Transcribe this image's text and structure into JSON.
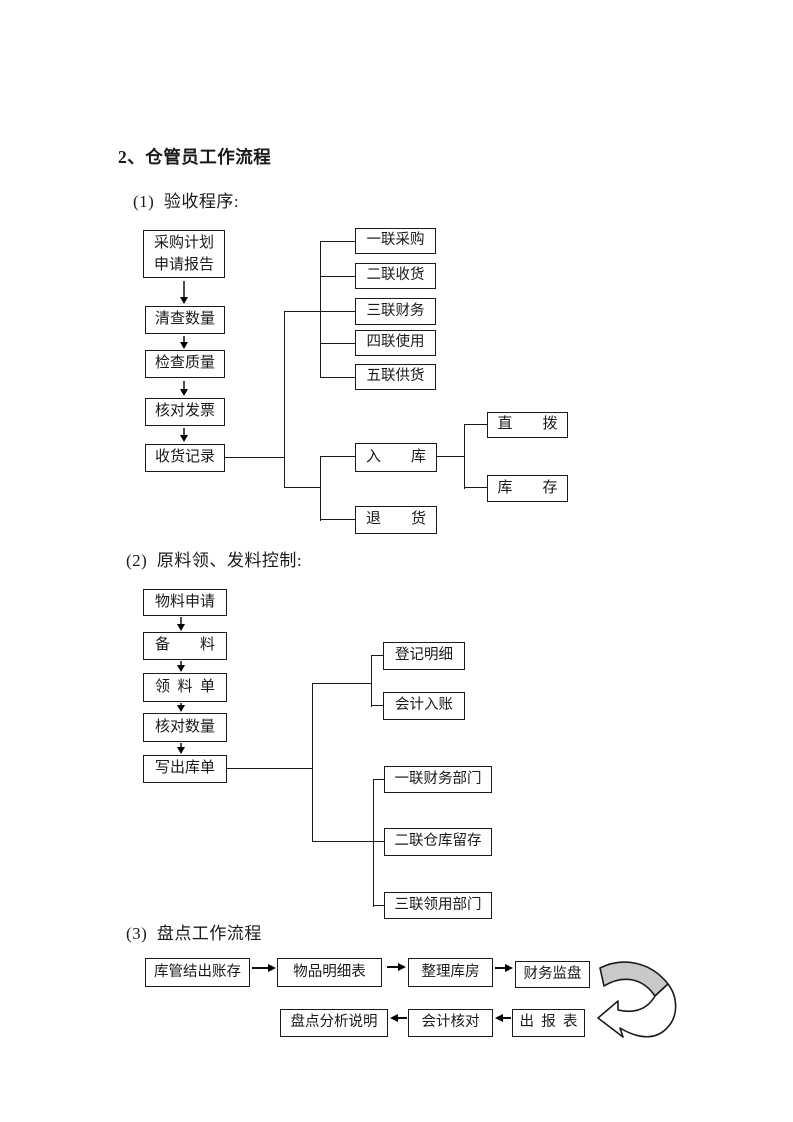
{
  "doc": {
    "title": "2、仓管员工作流程",
    "colors": {
      "ink": "#1a1a1a",
      "curve_arrow_fill": "#c9c9c9",
      "page_bg": "#ffffff"
    },
    "s1": {
      "heading": "(1)  验收程序:",
      "purchase_plan_line1": "采购计划",
      "purchase_plan_line2": "申请报告",
      "check_quantity": "清查数量",
      "check_quality": "检查质量",
      "verify_invoice": "核对发票",
      "receipt_record": "收货记录",
      "copy1_purchase": "一联采购",
      "copy2_receiving": "二联收货",
      "copy3_finance": "三联财务",
      "copy4_use": "四联使用",
      "copy5_supply": "五联供货",
      "warehouse_in": "入　　库",
      "return_goods": "退　　货",
      "direct_allocation": "直　　拨",
      "stock": "库　　存"
    },
    "s2": {
      "heading": "(2)  原料领、发料控制:",
      "material_request": "物料申请",
      "prepare_material": "备　　料",
      "picking_list": "领  料  单",
      "verify_quantity": "核对数量",
      "write_outbound": "写出库单",
      "register_detail": "登记明细",
      "accounting_entry": "会计入账",
      "copy1_finance_dept": "一联财务部门",
      "copy2_warehouse_keep": "二联仓库留存",
      "copy3_requisition_dept": "三联领用部门"
    },
    "s3": {
      "heading": "(3)  盘点工作流程",
      "keeper_balance": "库管结出账存",
      "item_detail_list": "物品明细表",
      "tidy_warehouse": "整理库房",
      "finance_supervision": "财务监盘",
      "analysis_note": "盘点分析说明",
      "accounting_check": "会计核对",
      "output_report": "出  报  表"
    }
  }
}
